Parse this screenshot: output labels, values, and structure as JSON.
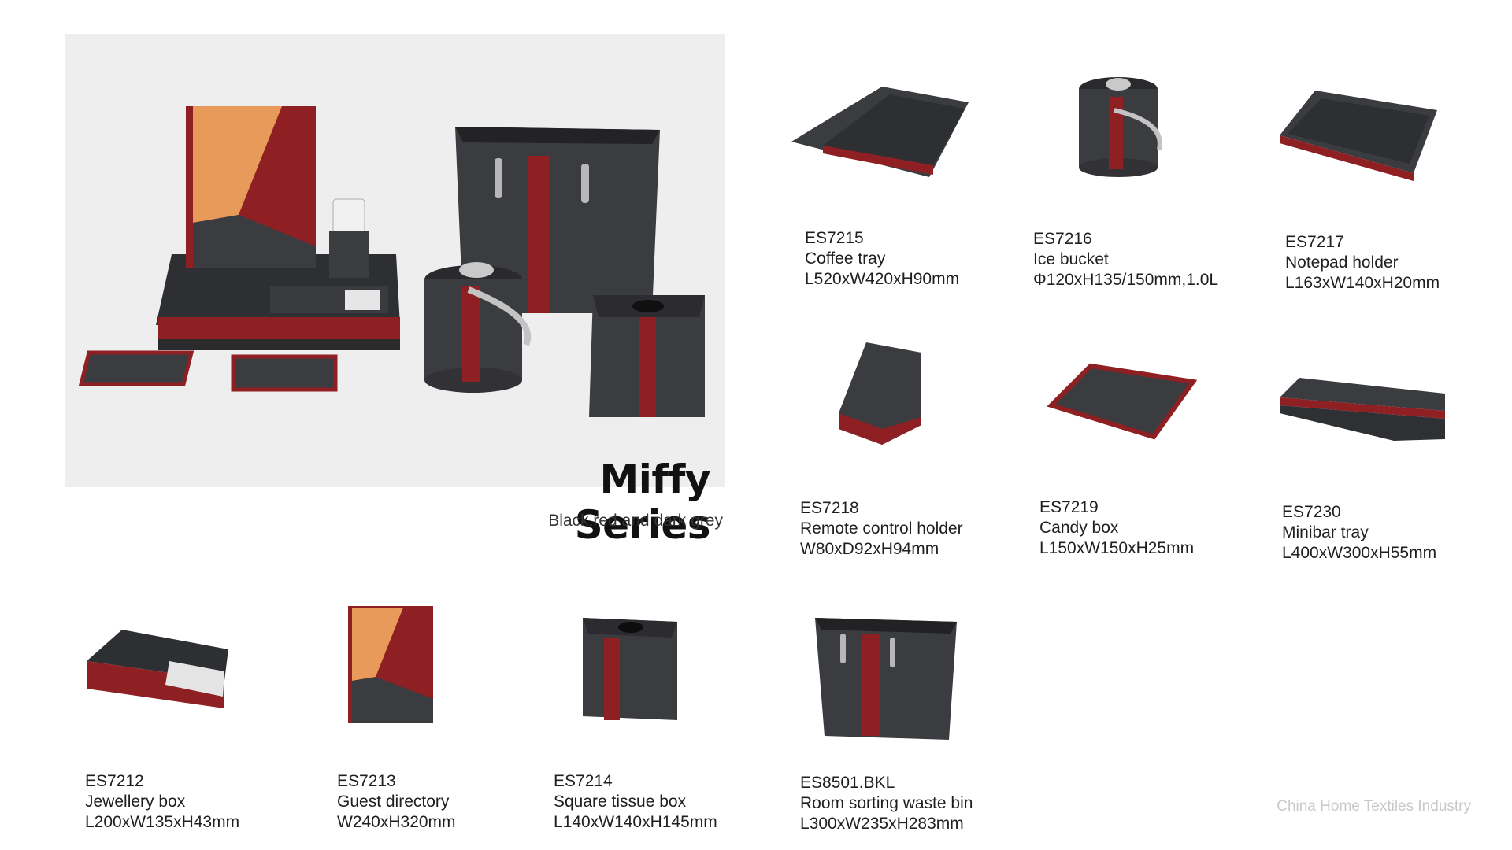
{
  "series": {
    "title": "Miffy Series",
    "subtitle": "Black,red and dark grey"
  },
  "colors": {
    "leather_dark": "#3b3c40",
    "leather_red": "#8e1f22",
    "accent_orange": "#e89a5a",
    "hero_bg": "#eeeeee"
  },
  "products": [
    {
      "code": "ES7215",
      "name": "Coffee tray",
      "size": "L520xW420xH90mm",
      "icon": "coffee-tray-icon"
    },
    {
      "code": "ES7216",
      "name": "Ice bucket",
      "size": "Φ120xH135/150mm,1.0L",
      "icon": "ice-bucket-icon"
    },
    {
      "code": "ES7217",
      "name": "Notepad holder",
      "size": "L163xW140xH20mm",
      "icon": "notepad-holder-icon"
    },
    {
      "code": "ES7218",
      "name": "Remote control holder",
      "size": "W80xD92xH94mm",
      "icon": "remote-holder-icon"
    },
    {
      "code": "ES7219",
      "name": "Candy box",
      "size": "L150xW150xH25mm",
      "icon": "candy-box-icon"
    },
    {
      "code": "ES7230",
      "name": "Minibar tray",
      "size": "L400xW300xH55mm",
      "icon": "minibar-tray-icon"
    },
    {
      "code": "ES7212",
      "name": "Jewellery box",
      "size": "L200xW135xH43mm",
      "icon": "jewellery-box-icon"
    },
    {
      "code": "ES7213",
      "name": "Guest directory",
      "size": "W240xH320mm",
      "icon": "guest-directory-icon"
    },
    {
      "code": "ES7214",
      "name": "Square tissue box",
      "size": "L140xW140xH145mm",
      "icon": "tissue-box-icon"
    },
    {
      "code": "ES8501.BKL",
      "name": "Room sorting waste bin",
      "size": "L300xW235xH283mm",
      "icon": "waste-bin-icon"
    }
  ],
  "watermark": "China Home Textiles Industry"
}
